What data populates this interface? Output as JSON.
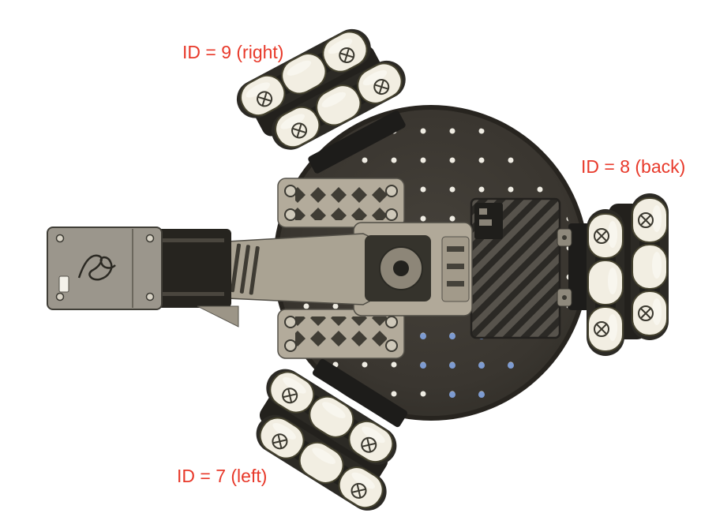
{
  "figure": {
    "title": "Top view of omnidirectional robot with wheel motor ID annotations",
    "labels": [
      {
        "id": "wheel-9",
        "text": "ID = 9 (right)"
      },
      {
        "id": "wheel-8",
        "text": "ID = 8 (back)"
      },
      {
        "id": "wheel-7",
        "text": "ID = 7 (left)"
      }
    ],
    "colors": {
      "annotation": "#e8392a",
      "background": "#ffffff",
      "base_plate": "#3a3630",
      "wheel_roller": "#f2eee2"
    }
  }
}
